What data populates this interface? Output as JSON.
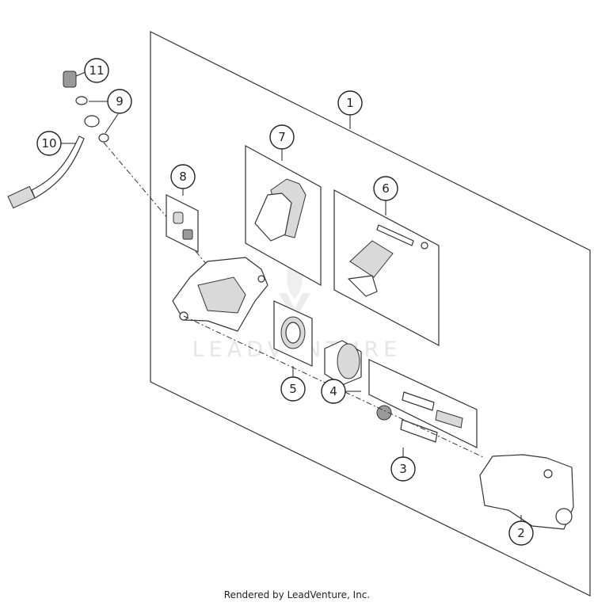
{
  "callouts": [
    {
      "id": "1",
      "label": "1"
    },
    {
      "id": "2",
      "label": "2"
    },
    {
      "id": "3",
      "label": "3"
    },
    {
      "id": "4",
      "label": "4"
    },
    {
      "id": "5",
      "label": "5"
    },
    {
      "id": "6",
      "label": "6"
    },
    {
      "id": "7",
      "label": "7"
    },
    {
      "id": "8",
      "label": "8"
    },
    {
      "id": "9",
      "label": "9"
    },
    {
      "id": "10",
      "label": "10"
    },
    {
      "id": "11",
      "label": "11"
    }
  ],
  "watermark": "LEADVENTURE",
  "footer": "Rendered by LeadVenture, Inc."
}
